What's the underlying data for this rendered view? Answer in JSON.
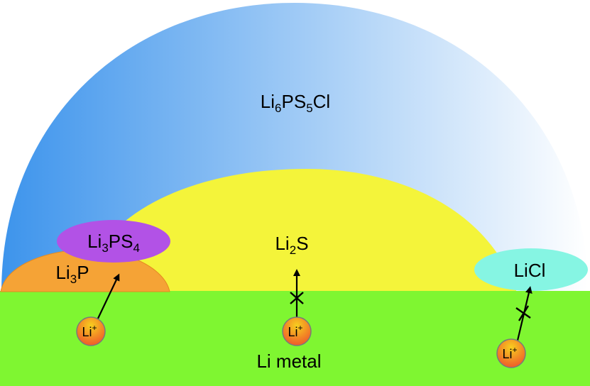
{
  "labels": {
    "electrolyte": {
      "base": "Li",
      "sub1": "6",
      "mid": "PS",
      "sub2": "5",
      "end": "Cl"
    },
    "li2s": {
      "base": "Li",
      "sub1": "2",
      "mid": "S"
    },
    "li3ps4": {
      "base": "Li",
      "sub1": "3",
      "mid": "PS",
      "sub2": "4"
    },
    "li3p": {
      "base": "Li",
      "sub1": "3",
      "mid": "P"
    },
    "licl": "LiCl",
    "li_metal": "Li metal",
    "li_ion": {
      "base": "Li",
      "sup": "+"
    }
  },
  "colors": {
    "electrolyte_left": "#3d94ec",
    "electrolyte_right": "#ffffff",
    "li2s": "#f4f43a",
    "li3ps4": "#b252e6",
    "li3p": "#f5a336",
    "licl": "#86f5e3",
    "li_metal": "#7ff631",
    "ion_top": "#f7cf1f",
    "ion_bottom": "#ee4a2a"
  }
}
